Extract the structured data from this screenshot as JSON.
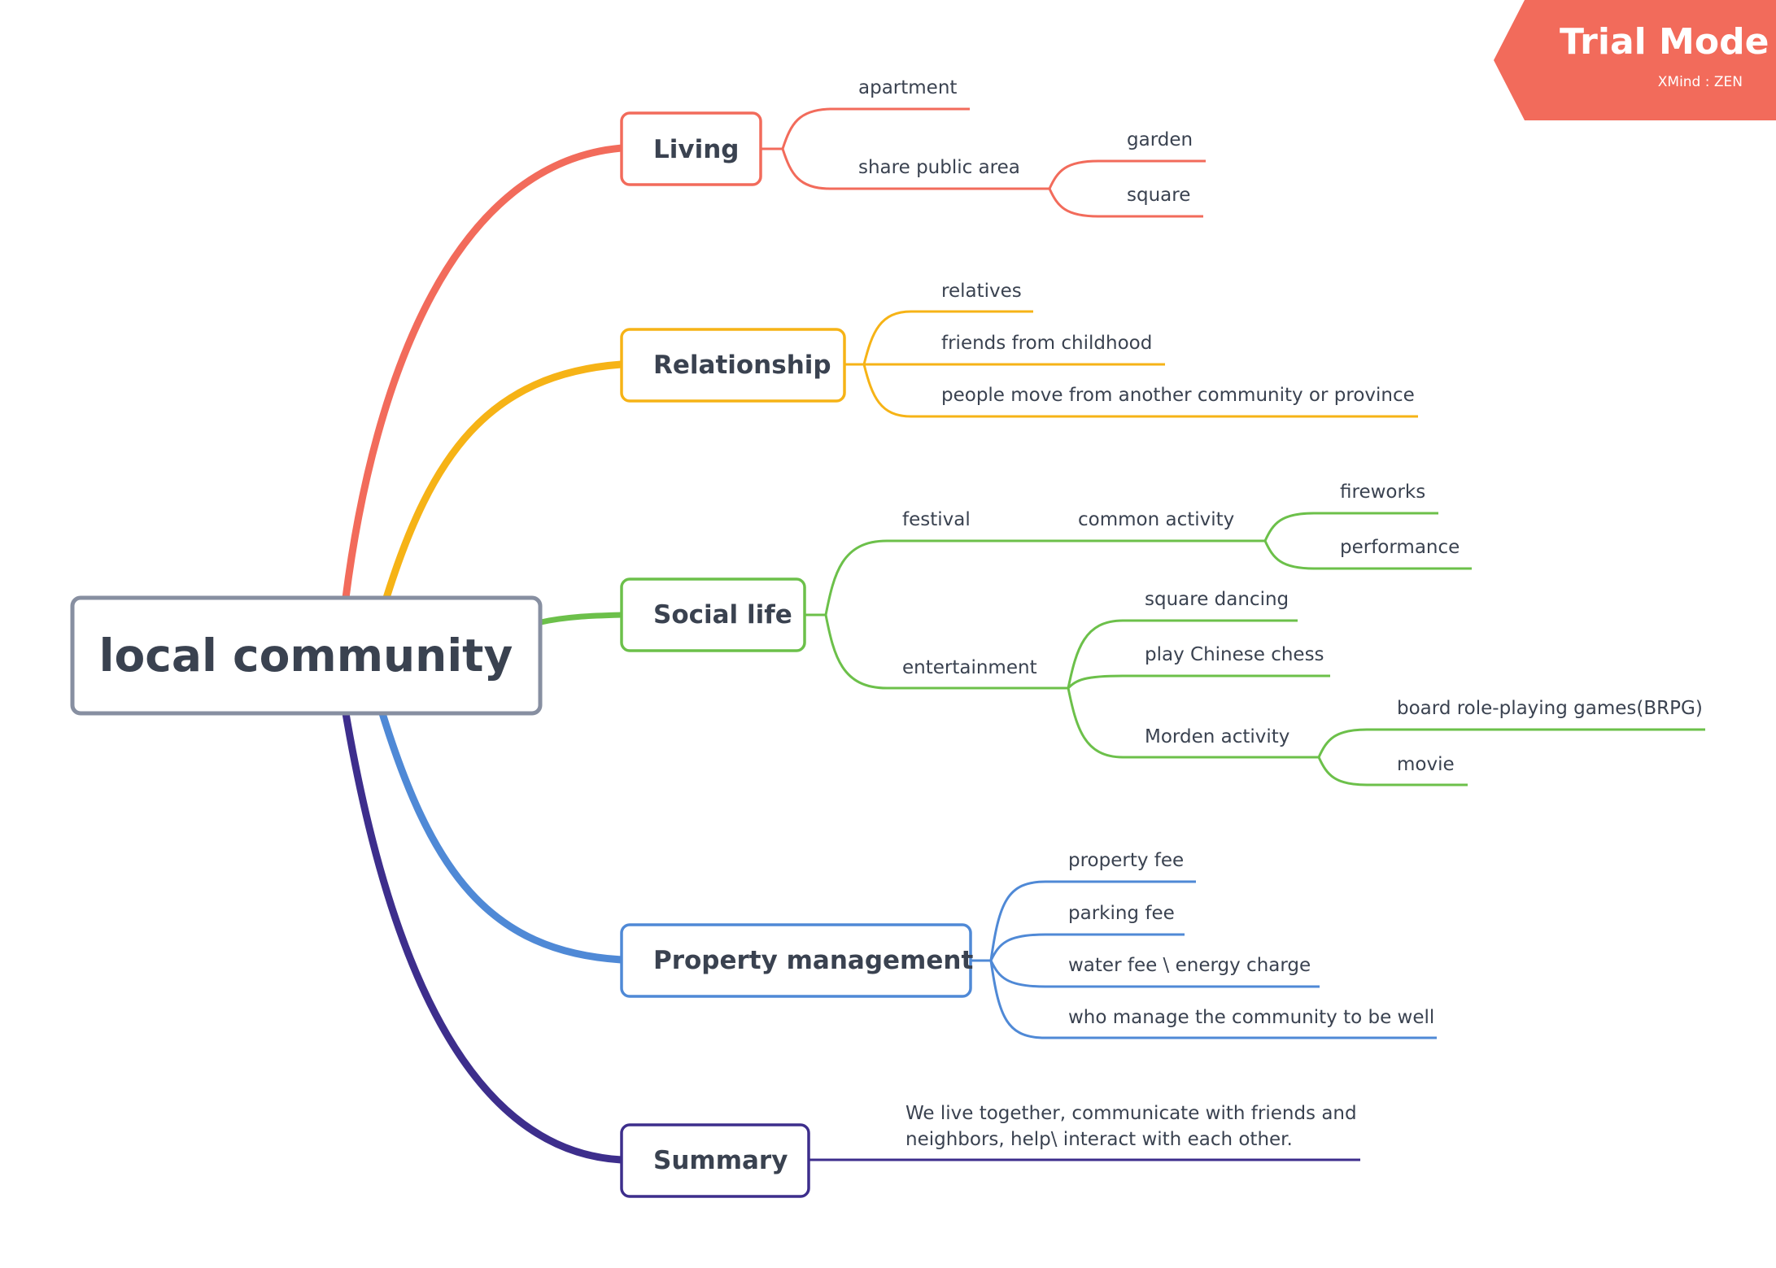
{
  "root": {
    "label": "local community"
  },
  "colors": {
    "root_border": "#878fa1",
    "text": "#3a4250",
    "living": "#f26b5b",
    "relationship": "#f6b316",
    "social_life": "#6cc04a",
    "property_management": "#4f89d6",
    "summary": "#3d2e8c",
    "badge": "#f26b5b"
  },
  "branches": {
    "living": {
      "label": "Living",
      "apartment": "apartment",
      "share_public_area": "share public area",
      "garden": "garden",
      "square": "square"
    },
    "relationship": {
      "label": "Relationship",
      "relatives": "relatives",
      "friends": "friends from childhood",
      "people_move": "people move from another community or province"
    },
    "social_life": {
      "label": "Social life",
      "festival": "festival",
      "common_activity": "common activity",
      "fireworks": "fireworks",
      "performance": "performance",
      "entertainment": "entertainment",
      "square_dancing": "square dancing",
      "chinese_chess": "play Chinese chess",
      "morden_activity": "Morden activity",
      "brpg": "board role-playing games(BRPG)",
      "movie": "movie"
    },
    "property_management": {
      "label": "Property management",
      "property_fee": "property fee",
      "parking_fee": "parking fee",
      "water_fee": "water fee \\  energy charge",
      "who_manage": "who manage the community to be well"
    },
    "summary": {
      "label": "Summary",
      "text_line1": "We live together, communicate with friends and",
      "text_line2": "neighbors, help\\ interact  with each other."
    }
  },
  "badge": {
    "title": "Trial Mode",
    "brand": "XMind : ZEN"
  }
}
